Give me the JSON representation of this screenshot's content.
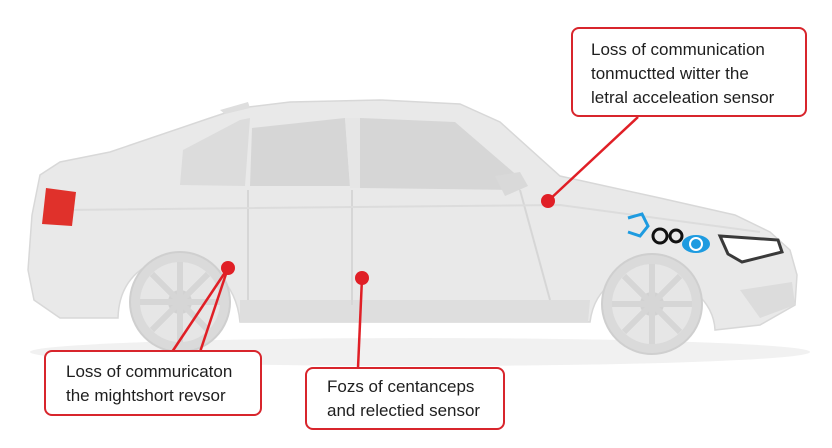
{
  "colors": {
    "callout_border": "#d8252c",
    "leader_line": "#e01f26",
    "car_body": "#e9e9e9",
    "car_shadow": "#d5d5d5",
    "taillight": "#e0312b",
    "badge_accent": "#1e9be0"
  },
  "icons": [
    "sedan-illustration",
    "sensor-point-marker",
    "sensor-badge-icon"
  ],
  "callouts": {
    "top_right": {
      "line1": "Loss of communication",
      "line2": "tonmuctted witter the",
      "line3": "letral acceleation sensor"
    },
    "bottom_left": {
      "line1": "Loss of commuricaton",
      "line2": "the mightshort revsor"
    },
    "bottom_middle": {
      "line1": "Fozs of centanceps",
      "line2": "and relectied sensor"
    }
  }
}
